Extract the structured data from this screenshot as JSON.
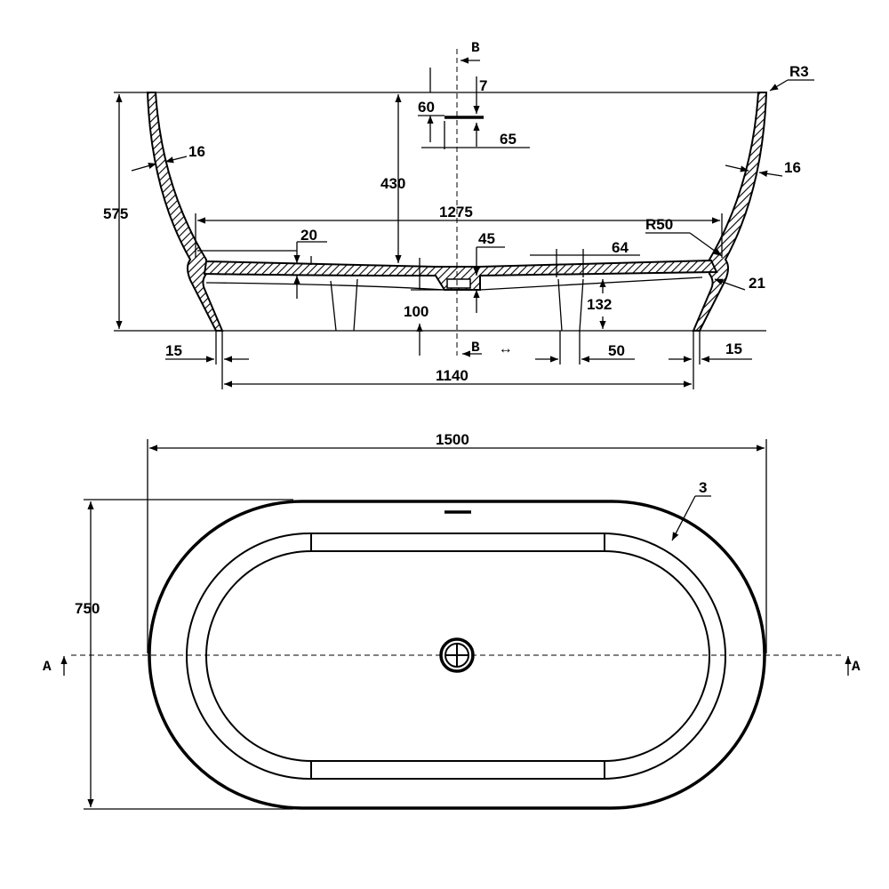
{
  "section_view": {
    "section_label": "B",
    "dimensions": {
      "total_height": "575",
      "wall_thickness_left": "16",
      "wall_thickness_right": "16",
      "rim_radius": "R3",
      "inner_depth": "430",
      "overflow_height": "60",
      "overflow_offset": "7",
      "overflow_width": "65",
      "inner_floor_length": "1275",
      "bottom_radius": "R50",
      "floor_thickness": "20",
      "drain_offset": "45",
      "foot_offset": "64",
      "base_thickness": "21",
      "drain_height": "100",
      "foot_height": "132",
      "foot_width": "50",
      "base_inset_left": "15",
      "base_inset_right": "15",
      "base_length": "1140"
    }
  },
  "plan_view": {
    "section_label": "A",
    "dimensions": {
      "overall_length": "1500",
      "overall_width": "750",
      "rim_thickness": "3"
    }
  }
}
